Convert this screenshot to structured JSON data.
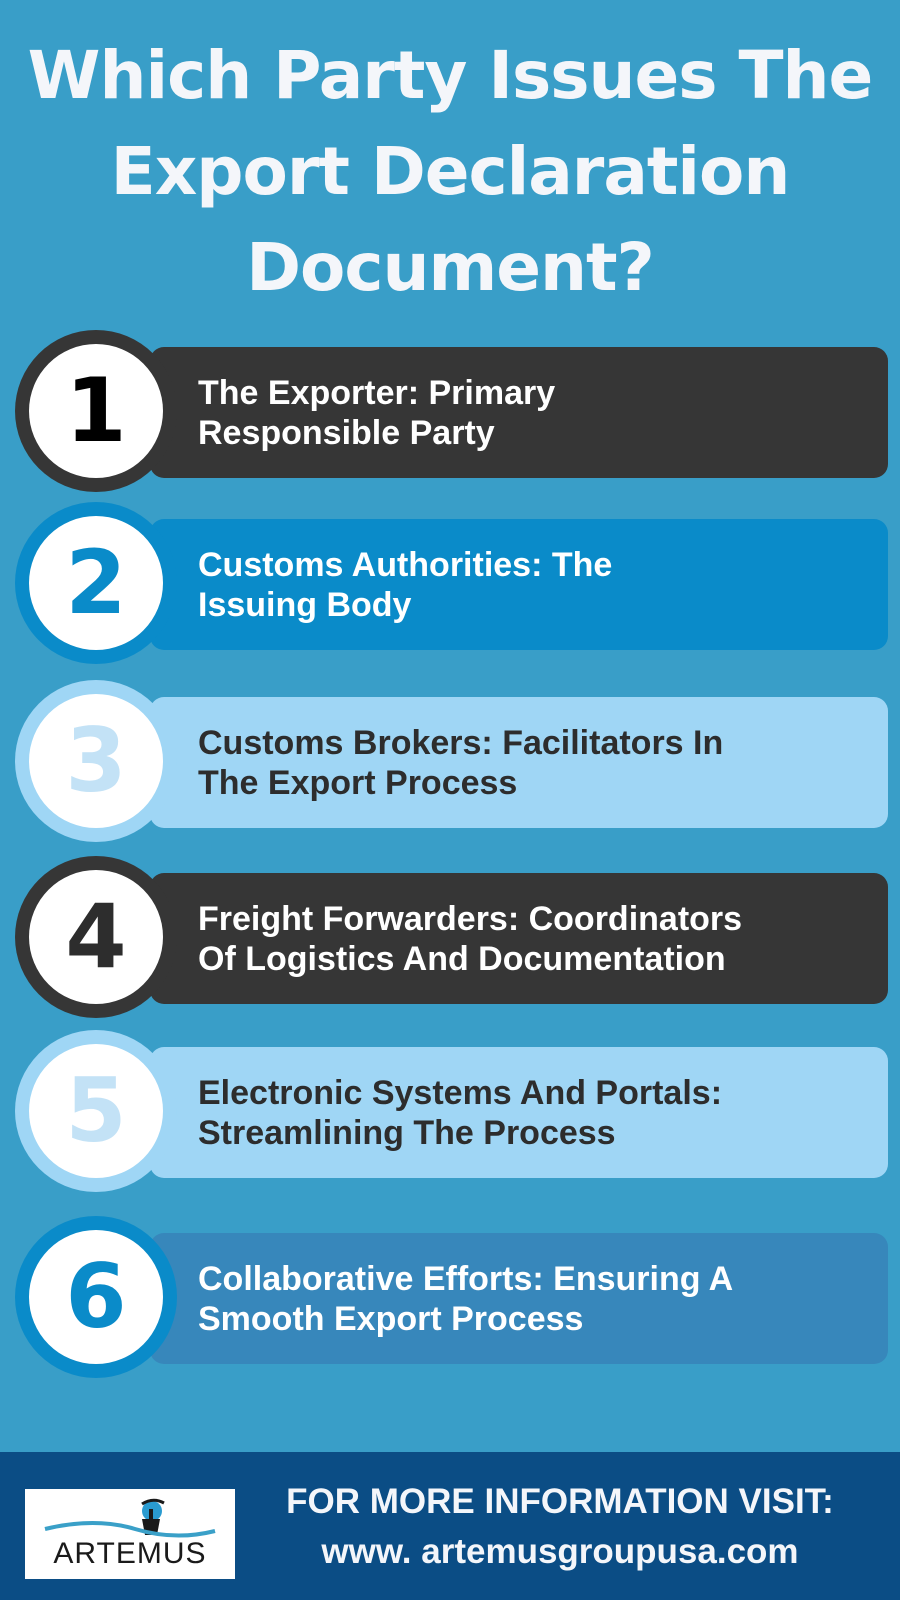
{
  "title": {
    "line1": "Which Party Issues The",
    "line2": "Export Declaration",
    "line3": "Document?"
  },
  "items": [
    {
      "number": "1",
      "text_line1": "The Exporter: Primary",
      "text_line2": "Responsible Party",
      "bar_color": "#363636",
      "ring_color": "#363636",
      "number_color": "#000000",
      "text_color": "#ffffff"
    },
    {
      "number": "2",
      "text_line1": "Customs Authorities: The",
      "text_line2": "Issuing Body",
      "bar_color": "#0a8bc9",
      "ring_color": "#0a8bc9",
      "number_color": "#0a8bc9",
      "text_color": "#ffffff"
    },
    {
      "number": "3",
      "text_line1": "Customs Brokers: Facilitators In",
      "text_line2": "The Export Process",
      "bar_color": "#9fd6f5",
      "ring_color": "#9fd6f5",
      "number_color": "#c3e2f6",
      "text_color": "#2d2d2d"
    },
    {
      "number": "4",
      "text_line1": "Freight Forwarders: Coordinators",
      "text_line2": "Of Logistics And Documentation",
      "bar_color": "#363636",
      "ring_color": "#363636",
      "number_color": "#2d2d2d",
      "text_color": "#ffffff"
    },
    {
      "number": "5",
      "text_line1": "Electronic Systems And Portals:",
      "text_line2": "Streamlining The Process",
      "bar_color": "#9fd6f5",
      "ring_color": "#9fd6f5",
      "number_color": "#c3e2f6",
      "text_color": "#2d2d2d"
    },
    {
      "number": "6",
      "text_line1": "Collaborative Efforts: Ensuring A",
      "text_line2": "Smooth Export Process",
      "bar_color": "#3787bb",
      "ring_color": "#0a8bc9",
      "number_color": "#0a8bc9",
      "text_color": "#ffffff"
    }
  ],
  "footer": {
    "logo_text": "ARTEMUS",
    "line1": "FOR MORE INFORMATION VISIT:",
    "line2": "www. artemusgroupusa.com"
  },
  "colors": {
    "background": "#399ec8",
    "footer": "#0b4d85"
  }
}
